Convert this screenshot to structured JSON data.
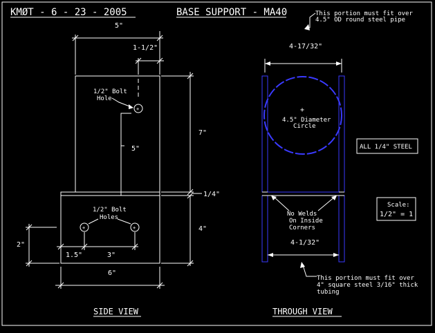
{
  "header": {
    "part_code": "KMØT - 6 - 23 - 2005",
    "title": "BASE SUPPORT - MA40",
    "note_top_line1": "This portion must fit over",
    "note_top_line2": "4.5\" OD round steel pipe"
  },
  "side_view": {
    "label": "SIDE VIEW",
    "dim_5": "5\"",
    "dim_1_half": "1-1/2\"",
    "bolt_hole_top_line1": "1/2\" Bolt",
    "bolt_hole_top_line2": "Hole",
    "dim_5_vertical": "5\"",
    "dim_7": "7\"",
    "dim_quarter": "1/4\"",
    "bolt_holes_line1": "1/2\" Bolt",
    "bolt_holes_line2": "Holes",
    "dim_4": "4\"",
    "dim_2": "2\"",
    "dim_1_5": "1.5\"",
    "dim_3": "3\"",
    "dim_6": "6\""
  },
  "through_view": {
    "label": "THROUGH VIEW",
    "dim_top": "4-17/32\"",
    "circle_line1": "4.5\" Diameter",
    "circle_line2": "Circle",
    "no_welds_1": "No Welds",
    "no_welds_2": "On Inside",
    "no_welds_3": "Corners",
    "dim_bottom": "4-1/32\"",
    "note_bottom_line1": "This portion must fit over",
    "note_bottom_line2": "4\" square steel 3/16\" thick",
    "note_bottom_line3": "tubing"
  },
  "notes": {
    "steel": "ALL 1/4\" STEEL",
    "scale_label": "Scale:",
    "scale_value": "1/2\" = 1"
  },
  "colors": {
    "background": "#000000",
    "line": "#ffffff",
    "accent": "#3a3aff"
  }
}
